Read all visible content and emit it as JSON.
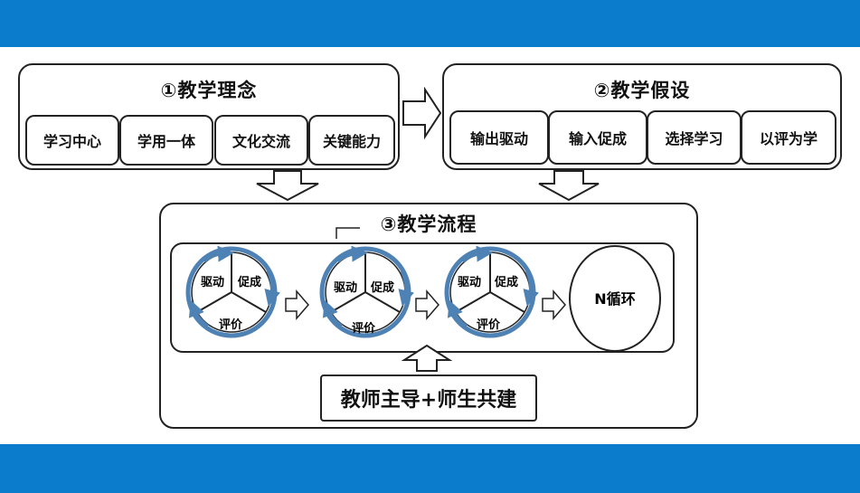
{
  "panel1": {
    "title": "①教学理念",
    "items": [
      "学习中心",
      "学用一体",
      "文化交流",
      "关键能力"
    ]
  },
  "panel2": {
    "title": "②教学假设",
    "items": [
      "输出驱动",
      "输入促成",
      "选择学习",
      "以评为学"
    ]
  },
  "panel3": {
    "title": "③教学流程",
    "cycle_labels": {
      "drive": "驱动",
      "enable": "促成",
      "assess": "评价"
    },
    "loop_label": "N循环"
  },
  "bottom_box": "教师主导+师生共建",
  "colors": {
    "band": "#0a7ccb",
    "arrow_ring": "#4e82b4"
  }
}
